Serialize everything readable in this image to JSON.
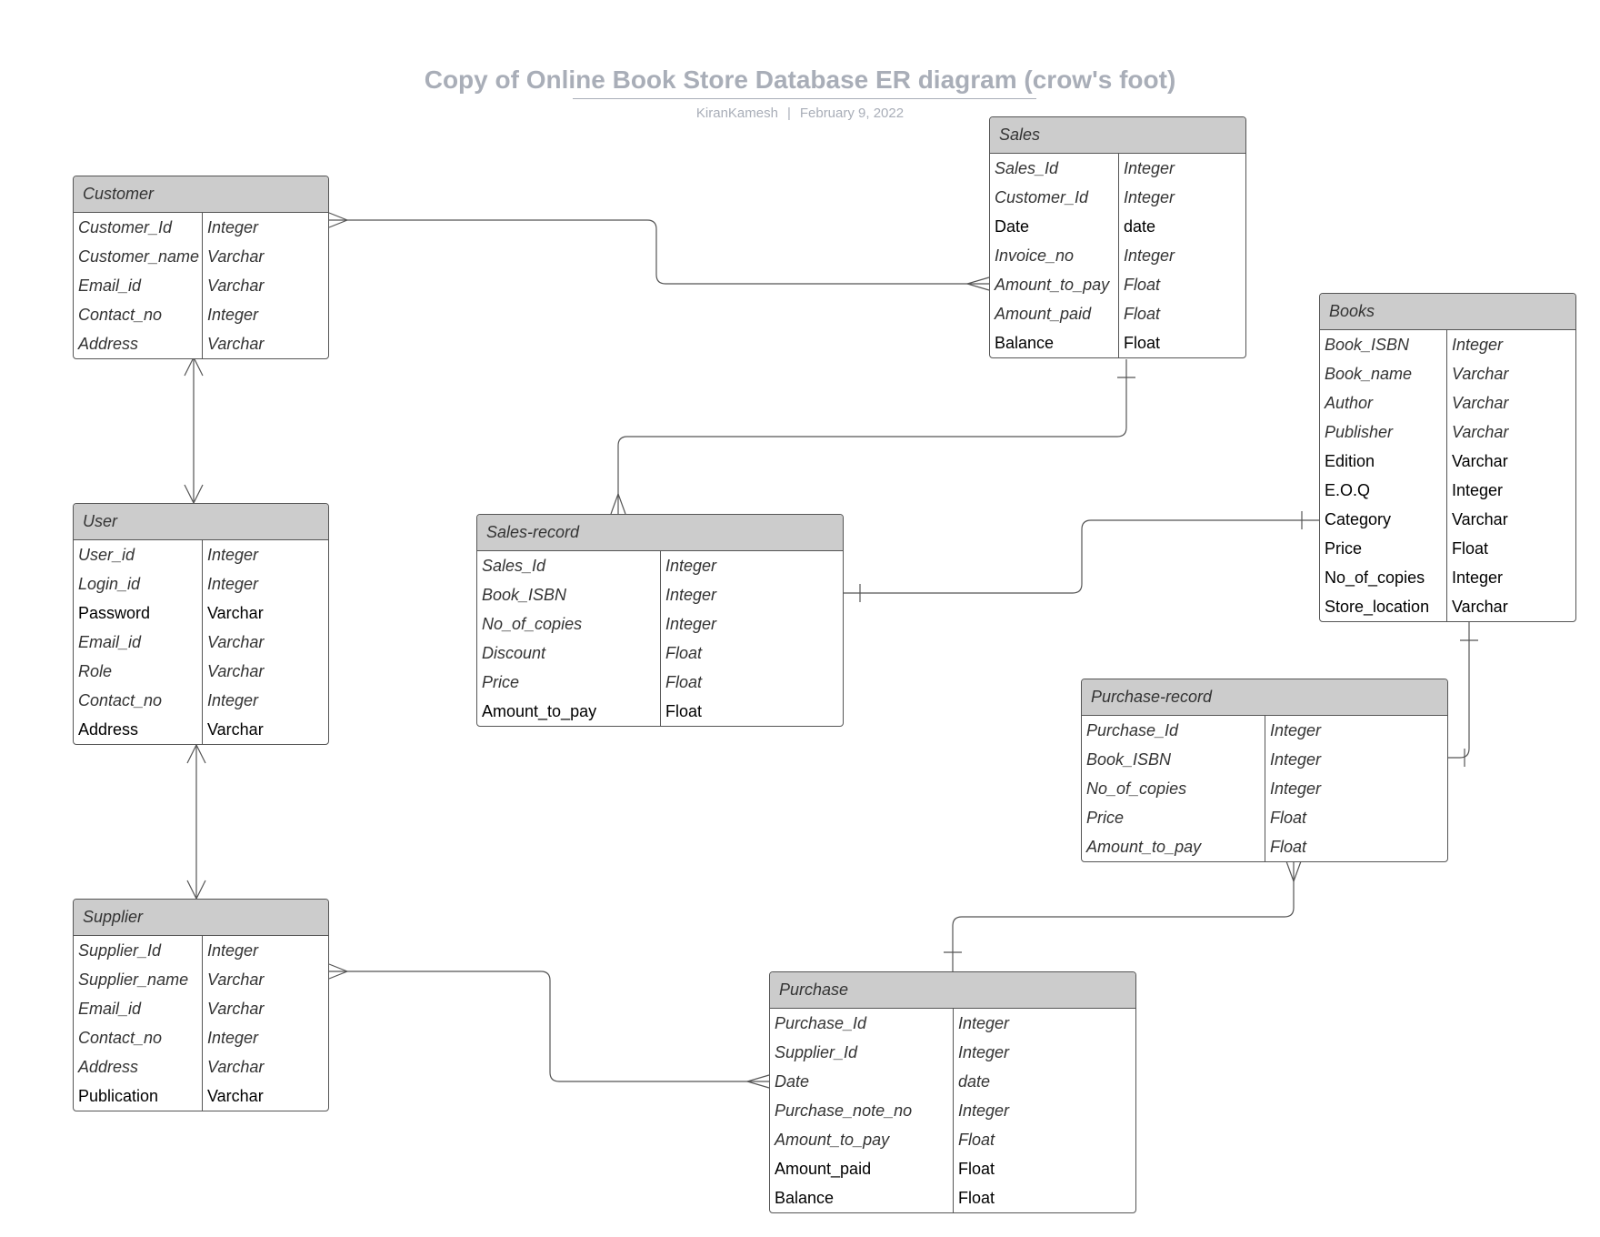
{
  "header": {
    "title": "Copy of Online Book Store Database ER diagram (crow's foot)",
    "author": "KiranKamesh",
    "separator": "|",
    "date": "February 9, 2022"
  },
  "colors": {
    "header_fill": "#cccccc",
    "border": "#555555",
    "title_text": "#a9aeb8",
    "line": "#555555"
  },
  "entities": {
    "customer": {
      "name": "Customer",
      "fields": [
        {
          "name": "Customer_Id",
          "type": "Integer",
          "italic": true
        },
        {
          "name": "Customer_name",
          "type": "Varchar",
          "italic": true
        },
        {
          "name": "Email_id",
          "type": "Varchar",
          "italic": true
        },
        {
          "name": "Contact_no",
          "type": "Integer",
          "italic": true
        },
        {
          "name": "Address",
          "type": "Varchar",
          "italic": true
        }
      ]
    },
    "user": {
      "name": "User",
      "fields": [
        {
          "name": "User_id",
          "type": "Integer",
          "italic": true
        },
        {
          "name": "Login_id",
          "type": "Integer",
          "italic": true
        },
        {
          "name": "Password",
          "type": "Varchar",
          "italic": false
        },
        {
          "name": "Email_id",
          "type": "Varchar",
          "italic": true
        },
        {
          "name": "Role",
          "type": "Varchar",
          "italic": true
        },
        {
          "name": "Contact_no",
          "type": "Integer",
          "italic": true
        },
        {
          "name": "Address",
          "type": "Varchar",
          "italic": false
        }
      ]
    },
    "supplier": {
      "name": "Supplier",
      "fields": [
        {
          "name": "Supplier_Id",
          "type": "Integer",
          "italic": true
        },
        {
          "name": "Supplier_name",
          "type": "Varchar",
          "italic": true
        },
        {
          "name": "Email_id",
          "type": "Varchar",
          "italic": true
        },
        {
          "name": "Contact_no",
          "type": "Integer",
          "italic": true
        },
        {
          "name": "Address",
          "type": "Varchar",
          "italic": true
        },
        {
          "name": "Publication",
          "type": "Varchar",
          "italic": false
        }
      ]
    },
    "sales": {
      "name": "Sales",
      "fields": [
        {
          "name": "Sales_Id",
          "type": "Integer",
          "italic": true
        },
        {
          "name": "Customer_Id",
          "type": "Integer",
          "italic": true
        },
        {
          "name": "Date",
          "type": "date",
          "italic": false
        },
        {
          "name": "Invoice_no",
          "type": "Integer",
          "italic": true
        },
        {
          "name": "Amount_to_pay",
          "type": "Float",
          "italic": true
        },
        {
          "name": "Amount_paid",
          "type": "Float",
          "italic": true
        },
        {
          "name": "Balance",
          "type": "Float",
          "italic": false
        }
      ]
    },
    "sales_record": {
      "name": "Sales-record",
      "fields": [
        {
          "name": "Sales_Id",
          "type": "Integer",
          "italic": true
        },
        {
          "name": "Book_ISBN",
          "type": "Integer",
          "italic": true
        },
        {
          "name": "No_of_copies",
          "type": "Integer",
          "italic": true
        },
        {
          "name": "Discount",
          "type": "Float",
          "italic": true
        },
        {
          "name": "Price",
          "type": "Float",
          "italic": true
        },
        {
          "name": "Amount_to_pay",
          "type": "Float",
          "italic": false
        }
      ]
    },
    "books": {
      "name": "Books",
      "fields": [
        {
          "name": "Book_ISBN",
          "type": "Integer",
          "italic": true
        },
        {
          "name": "Book_name",
          "type": "Varchar",
          "italic": true
        },
        {
          "name": "Author",
          "type": "Varchar",
          "italic": true
        },
        {
          "name": "Publisher",
          "type": "Varchar",
          "italic": true
        },
        {
          "name": "Edition",
          "type": "Varchar",
          "italic": false
        },
        {
          "name": "E.O.Q",
          "type": "Integer",
          "italic": false
        },
        {
          "name": "Category",
          "type": "Varchar",
          "italic": false
        },
        {
          "name": "Price",
          "type": "Float",
          "italic": false
        },
        {
          "name": "No_of_copies",
          "type": "Integer",
          "italic": false
        },
        {
          "name": "Store_location",
          "type": "Varchar",
          "italic": false
        }
      ]
    },
    "purchase_record": {
      "name": "Purchase-record",
      "fields": [
        {
          "name": "Purchase_Id",
          "type": "Integer",
          "italic": true
        },
        {
          "name": "Book_ISBN",
          "type": "Integer",
          "italic": true
        },
        {
          "name": "No_of_copies",
          "type": "Integer",
          "italic": true
        },
        {
          "name": "Price",
          "type": "Float",
          "italic": true
        },
        {
          "name": "Amount_to_pay",
          "type": "Float",
          "italic": true
        }
      ]
    },
    "purchase": {
      "name": "Purchase",
      "fields": [
        {
          "name": "Purchase_Id",
          "type": "Integer",
          "italic": true
        },
        {
          "name": "Supplier_Id",
          "type": "Integer",
          "italic": true
        },
        {
          "name": "Date",
          "type": "date",
          "italic": true
        },
        {
          "name": "Purchase_note_no",
          "type": "Integer",
          "italic": true
        },
        {
          "name": "Amount_to_pay",
          "type": "Float",
          "italic": true
        },
        {
          "name": "Amount_paid",
          "type": "Float",
          "italic": false
        },
        {
          "name": "Balance",
          "type": "Float",
          "italic": false
        }
      ]
    }
  },
  "relationships": [
    {
      "from": "customer",
      "to": "sales",
      "from_end": "many",
      "to_end": "many"
    },
    {
      "from": "customer",
      "to": "user",
      "from_end": "arrow",
      "to_end": "arrow"
    },
    {
      "from": "user",
      "to": "supplier",
      "from_end": "arrow",
      "to_end": "arrow"
    },
    {
      "from": "sales",
      "to": "sales_record",
      "from_end": "one",
      "to_end": "many"
    },
    {
      "from": "sales_record",
      "to": "books",
      "from_end": "one",
      "to_end": "one"
    },
    {
      "from": "books",
      "to": "purchase_record",
      "from_end": "one",
      "to_end": "one"
    },
    {
      "from": "purchase_record",
      "to": "purchase",
      "from_end": "many",
      "to_end": "one"
    },
    {
      "from": "supplier",
      "to": "purchase",
      "from_end": "many",
      "to_end": "many"
    }
  ]
}
